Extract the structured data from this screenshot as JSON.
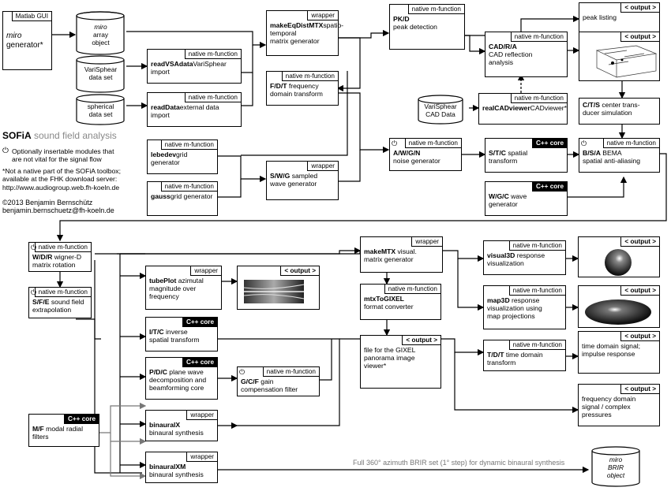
{
  "matlab_gui": {
    "header": "Matlab GUI",
    "name": "miro",
    "desc": "generator*"
  },
  "miro_array": {
    "name": "miro",
    "desc": "array\nobject"
  },
  "varisphear_ds": {
    "text": "VariSphear\ndata set"
  },
  "spherical_ds": {
    "text": "spherical\ndata set"
  },
  "varisphear_cad": {
    "text": "VariSphear\nCAD Data"
  },
  "miro_brir": {
    "name": "miro",
    "desc": "BRIR\nobject"
  },
  "title": {
    "bold": "SOFiA",
    "rest": " sound field analysis"
  },
  "legend": {
    "icon": "⏻",
    "text": "Optionally insertable modules that\nare not vital for the signal flow"
  },
  "note": {
    "text": "*Not a native part of the SOFiA toolbox;\navailable at the FHK download server:\nhttp://www.audiogroup.web.fh-koeln.de"
  },
  "copyright": {
    "text": "©2013 Benjamin Bernschütz\nbenjamin.bernschuetz@fh-koeln.de"
  },
  "full360": {
    "text": "Full  360° azimuth BRIR set (1° step) for dynamic binaural synthesis"
  },
  "modules": [
    {
      "id": "makeEqDistMTX",
      "header": "wrapper",
      "abbr": "makeEqDistMTX",
      "desc": "spatio-temporal\nmatrix generator"
    },
    {
      "id": "readVSAdata",
      "header": "native m-function",
      "abbr": "readVSAdata",
      "desc": "VariSphear import"
    },
    {
      "id": "readData",
      "header": "native m-function",
      "abbr": "readData",
      "desc": "external data import"
    },
    {
      "id": "FDT",
      "header": "native m-function",
      "abbr": "F/D/T",
      "desc": " frequency\ndomain transform"
    },
    {
      "id": "PKD",
      "header": "native m-function",
      "abbr": "PK/D",
      "desc": "\npeak detection"
    },
    {
      "id": "CADRA",
      "header": "native m-function",
      "abbr": "CAD/R/A",
      "desc": "\nCAD reflection\nanalysis"
    },
    {
      "id": "realCADviewer",
      "header": "native m-function",
      "abbr": "realCADviewer",
      "desc": "CADviewer*"
    },
    {
      "id": "CTS",
      "header": "",
      "abbr": "C/T/S",
      "desc": " center trans-\nducer simulation"
    },
    {
      "id": "lebedev",
      "header": "native m-function",
      "abbr": "lebedev",
      "desc": "grid generator"
    },
    {
      "id": "gauss",
      "header": "native m-function",
      "abbr": "gauss",
      "desc": "grid generator"
    },
    {
      "id": "SWG",
      "header": "wrapper",
      "abbr": "S/W/G",
      "desc": " sampled\nwave generator"
    },
    {
      "id": "AWGN",
      "header": "native m-function",
      "abbr": "A/W/G/N",
      "desc": "\nnoise generator",
      "power": true
    },
    {
      "id": "STC",
      "header": "C++ core",
      "abbr": "S/T/C",
      "desc": " spatial\ntransform",
      "dark": true
    },
    {
      "id": "WGC",
      "header": "C++ core",
      "abbr": "W/G/C",
      "desc": " wave\ngenerator",
      "dark": true
    },
    {
      "id": "BSA",
      "header": "native m-function",
      "abbr": "B/S/A",
      "desc": " BEMA\nspatial anti-aliasing",
      "power": true
    },
    {
      "id": "WDR",
      "header": "native m-function",
      "abbr": "W/D/R",
      "desc": " wigner-D\nmatrix rotation",
      "power": true
    },
    {
      "id": "SFE",
      "header": "native m-function",
      "abbr": "S/F/E",
      "desc": " sound field\nextrapolation",
      "power": true
    },
    {
      "id": "tubePlot",
      "header": "wrapper",
      "abbr": "tubePlot",
      "desc": " azimutal\nmagnitude over\nfrequency"
    },
    {
      "id": "ITC",
      "header": "C++ core",
      "abbr": "I/T/C",
      "desc": " inverse\nspatial transform",
      "dark": true
    },
    {
      "id": "PDC",
      "header": "C++ core",
      "abbr": "P/D/C",
      "desc": " plane wave\ndecomposition and\nbeamforming core",
      "dark": true
    },
    {
      "id": "GCF",
      "header": "native m-function",
      "abbr": "G/C/F",
      "desc": " gain\ncompensation filter",
      "power": true
    },
    {
      "id": "binauralX",
      "header": "wrapper",
      "abbr": "binauralX",
      "desc": "\nbinaural synthesis"
    },
    {
      "id": "binauralXM",
      "header": "wrapper",
      "abbr": "binauralXM",
      "desc": "\nbinaural synthesis"
    },
    {
      "id": "MF",
      "header": "C++ core",
      "abbr": "M/F",
      "desc": " modal radial\nfilters",
      "dark": true
    },
    {
      "id": "makeMTX",
      "header": "wrapper",
      "abbr": "makeMTX",
      "desc": " visual.\nmatrix generator"
    },
    {
      "id": "mtxToGIXEL",
      "header": "native m-function",
      "abbr": "mtxToGIXEL",
      "desc": "\nformat converter"
    },
    {
      "id": "visual3D",
      "header": "native m-function",
      "abbr": "visual3D",
      "desc": " response\nvisualization"
    },
    {
      "id": "map3D",
      "header": "native m-function",
      "abbr": "map3D",
      "desc": " response\nvisualization using\nmap projections"
    },
    {
      "id": "TDT",
      "header": "native m-function",
      "abbr": "T/D/T",
      "desc": " time domain\ntransform"
    }
  ],
  "outputs": [
    {
      "id": "out_peak",
      "header": "< output >",
      "text": "peak listing"
    },
    {
      "id": "out_cad",
      "header": "< output >",
      "text": ""
    },
    {
      "id": "out_tube",
      "header": "< output >",
      "text": ""
    },
    {
      "id": "out_gixel",
      "header": "< output >",
      "text": "file for the GIXEL\npanorama image\nviewer*"
    },
    {
      "id": "out_vis3d",
      "header": "< output >",
      "text": ""
    },
    {
      "id": "out_map3d",
      "header": "< output >",
      "text": ""
    },
    {
      "id": "out_time",
      "header": "< output >",
      "text": "time domain signal;\nimpulse response"
    },
    {
      "id": "out_freq",
      "header": "< output >",
      "text": "frequency domain\nsignal / complex\npressures"
    }
  ]
}
